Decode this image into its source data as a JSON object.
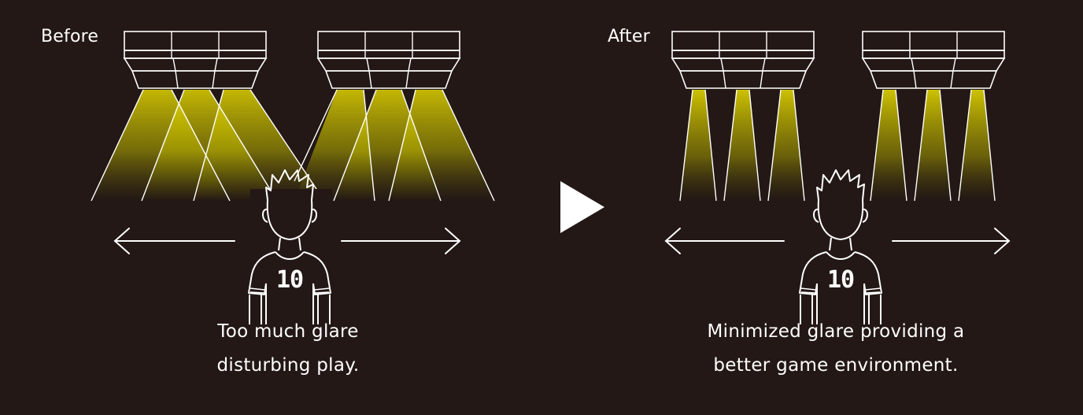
{
  "before": {
    "label": "Before",
    "caption_line1": "Too much glare",
    "caption_line2": "disturbing play.",
    "player_number": "10"
  },
  "after": {
    "label": "After",
    "caption_line1": "Minimized glare providing a",
    "caption_line2": "better game environment.",
    "player_number": "10"
  },
  "colors": {
    "background": "#231815",
    "beam": "#d8d000",
    "line": "#ffffff"
  },
  "icons": [
    "lighting-fixture-icon",
    "light-beam-icon",
    "player-icon",
    "arrow-left-icon",
    "arrow-right-icon",
    "play-triangle-icon"
  ]
}
